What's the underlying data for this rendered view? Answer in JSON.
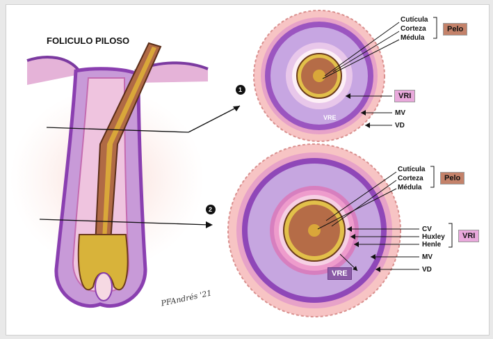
{
  "title": "FOLICULO PILOSO",
  "markers": [
    "1",
    "2"
  ],
  "section1": {
    "hair_layers": [
      "Cutícula",
      "Corteza",
      "Médula"
    ],
    "hair_tag": "Pelo",
    "vri_tag": "VRI",
    "vre_label": "VRE",
    "outer_layers": [
      "MV",
      "VD"
    ]
  },
  "section2": {
    "hair_layers": [
      "Cutícula",
      "Corteza",
      "Médula"
    ],
    "hair_tag": "Pelo",
    "vri_layers": [
      "CV",
      "Huxley",
      "Henle"
    ],
    "vri_tag": "VRI",
    "outer_layers": [
      "MV",
      "VD"
    ],
    "vre_label": "VRE"
  },
  "signature": "PFAndrés '21",
  "colors": {
    "pelo_tag": "#c4826a",
    "vri_tag": "#e9a9dc",
    "vre_tag": "#8a5aa6",
    "purple": "#a14fbf",
    "pink": "#f0a8c4",
    "gold": "#c9a227",
    "brown": "#9a5a3c"
  }
}
